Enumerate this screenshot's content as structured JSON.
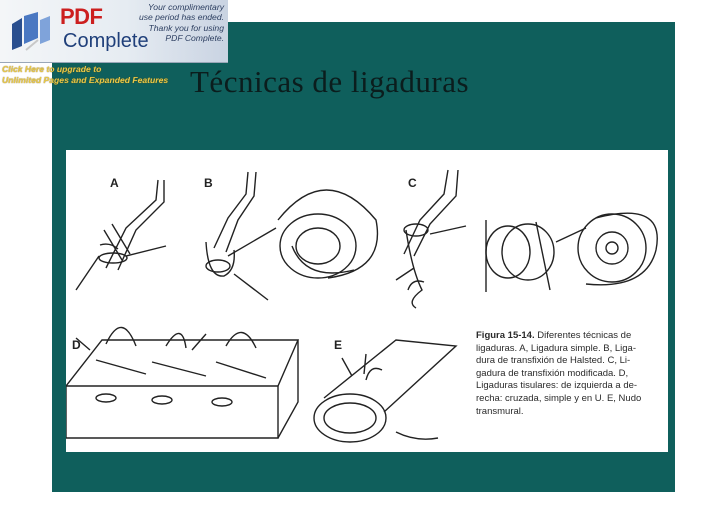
{
  "slide": {
    "title": "Técnicas de ligaduras"
  },
  "figure": {
    "panels": [
      "A",
      "B",
      "C",
      "D",
      "E"
    ],
    "caption_label": "Figura 15-14.",
    "caption_lines": [
      "Diferentes técnicas de",
      "ligaduras. A, Ligadura simple. B, Liga-",
      "dura de transfixión de Halsted. C, Li-",
      "gadura de transfixión modificada. D,",
      "Ligaduras tisulares: de izquierda a de-",
      "recha: cruzada, simple y en U. E, Nudo",
      "transmural."
    ]
  },
  "watermark": {
    "pdf_text": "PDF",
    "complete_text": "Complete",
    "promo_lines": [
      "Your complimentary",
      "use period has ended.",
      "Thank you for using",
      "PDF Complete."
    ],
    "upgrade_lines": [
      "Click Here to upgrade to",
      "Unlimited Pages and Expanded Features"
    ]
  },
  "colors": {
    "slide_background": "#0f5f5c",
    "title_text": "#0b1d1d",
    "pdf_red": "#cc1f1f",
    "complete_blue": "#1f3f7a",
    "upgrade_gold": "#e8c94a"
  }
}
